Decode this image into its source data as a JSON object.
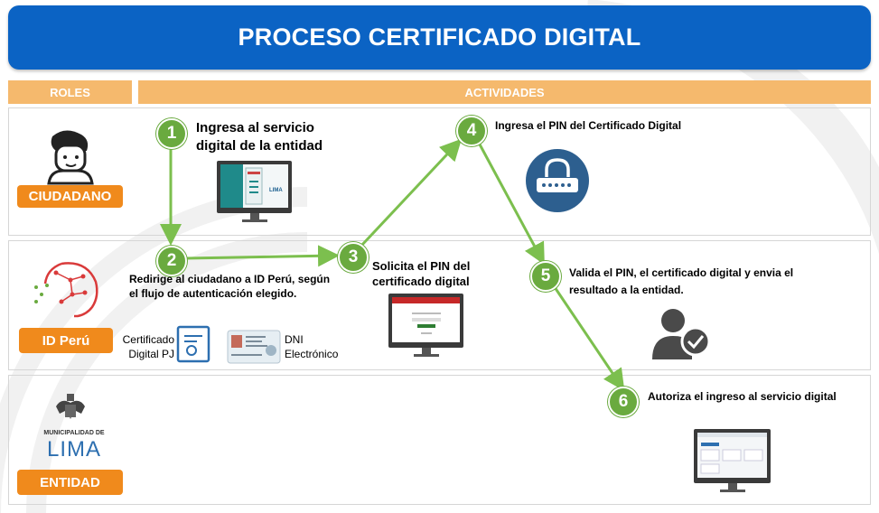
{
  "title": "PROCESO CERTIFICADO DIGITAL",
  "headers": {
    "roles": "ROLES",
    "activities": "ACTIVIDADES"
  },
  "roles": {
    "ciudadano": "CIUDADANO",
    "idperu": "ID Perú",
    "entidad": "ENTIDAD",
    "entity_logo": {
      "line1": "MUNICIPALIDAD DE",
      "line2": "LIMA"
    }
  },
  "steps": [
    {
      "num": "1",
      "text": "Ingresa al servicio digital de la entidad"
    },
    {
      "num": "2",
      "text": "Redirige al ciudadano a ID Perú, según el flujo de autenticación elegido."
    },
    {
      "num": "3",
      "text": "Solicita el PIN del certificado digital"
    },
    {
      "num": "4",
      "text": "Ingresa el PIN del Certificado Digital"
    },
    {
      "num": "5",
      "text": "Valida el PIN, el certificado digital y envia el resultado a la entidad."
    },
    {
      "num": "6",
      "text": "Autoriza el ingreso al servicio digital"
    }
  ],
  "options": {
    "cert_pj": "Certificado Digital PJ",
    "dni": "DNI Electrónico"
  },
  "monitor1_text": "LIMA",
  "colors": {
    "title_bg": "#0b63c4",
    "header_bg": "#f5b96d",
    "role_badge": "#f08a1c",
    "step": "#6aaa3f",
    "arrow": "#7cbf4e",
    "icon_blue": "#2d5f8f"
  }
}
